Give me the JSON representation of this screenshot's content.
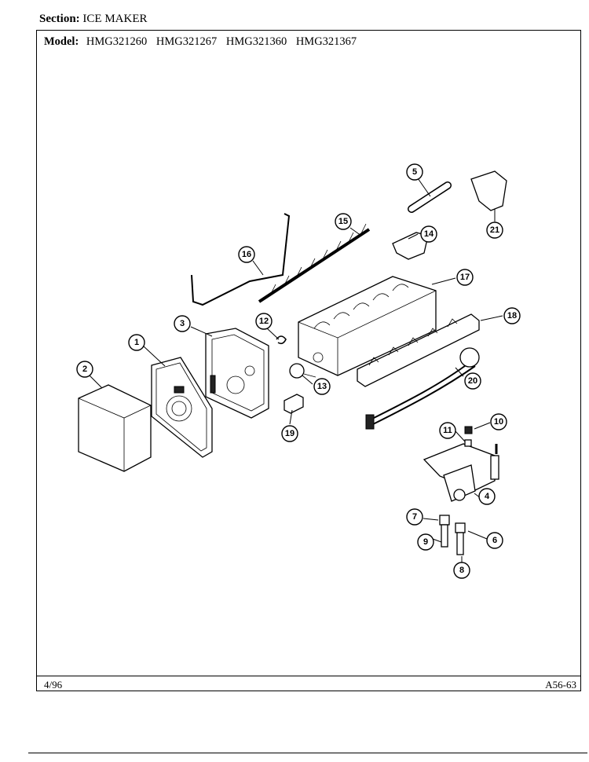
{
  "header": {
    "section_label": "Section:",
    "section_value": "ICE MAKER",
    "model_label": "Model:",
    "models": [
      "HMG321260",
      "HMG321267",
      "HMG321360",
      "HMG321367"
    ]
  },
  "footer": {
    "date": "4/96",
    "page_code": "A56-63"
  },
  "callouts": [
    "1",
    "2",
    "3",
    "4",
    "5",
    "6",
    "7",
    "8",
    "9",
    "10",
    "11",
    "12",
    "13",
    "14",
    "15",
    "16",
    "17",
    "18",
    "19",
    "20",
    "21"
  ]
}
